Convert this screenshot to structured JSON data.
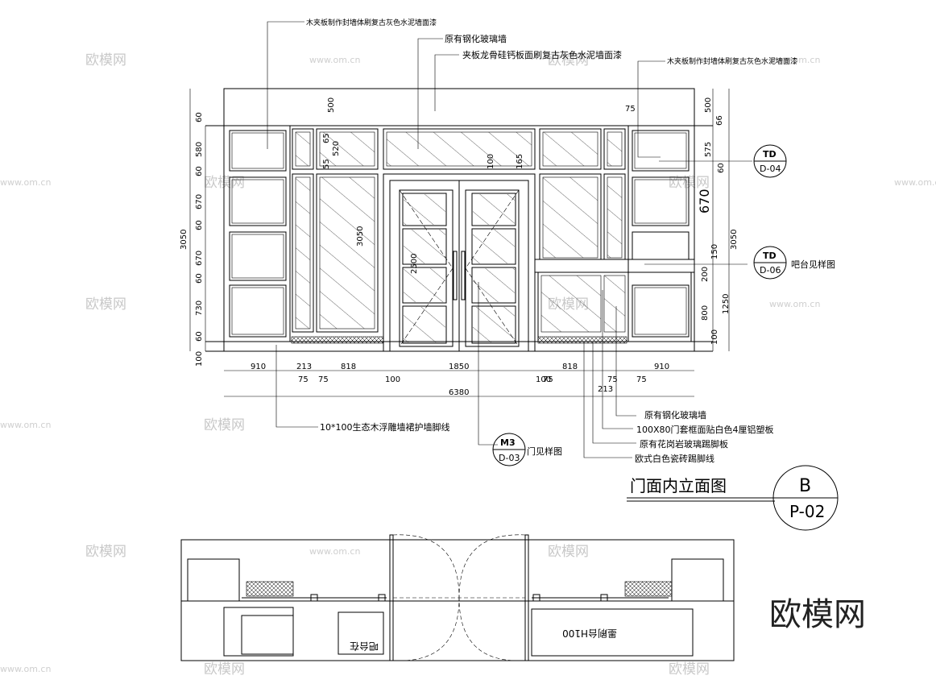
{
  "callouts": {
    "top_left": "木夹板制作封墙体刷复古灰色水泥墙面漆",
    "glass_wall": "原有钢化玻璃墙",
    "frame_paint": "夹板龙骨硅钙板面刷复古灰色水泥墙面漆",
    "top_right": "木夹板制作封墙体刷复古灰色水泥墙面漆",
    "bar_see": "吧台见样图",
    "skirting_wood": "10*100生态木浮雕墙裙护墙脚线",
    "door_see": "门见样图",
    "glass_wall_2": "原有钢化玻璃墙",
    "door_frame": "100X80门套框面贴白色4厘铝塑板",
    "granite_skirt": "原有花岗岩玻璃踢脚板",
    "ceramic_skirt": "欧式白色瓷砖踢脚线"
  },
  "markers": {
    "td1": {
      "top": "TD",
      "bottom": "D-04"
    },
    "td2": {
      "top": "TD",
      "bottom": "D-06"
    },
    "m3": {
      "top": "M3",
      "bottom": "D-03"
    }
  },
  "title": {
    "text": "门面内立面图",
    "code_top": "B",
    "code_bottom": "P-02"
  },
  "dims": {
    "left": [
      "60",
      "580",
      "60",
      "670",
      "60",
      "670",
      "60",
      "730",
      "60",
      "100"
    ],
    "left_total": "3050",
    "right": [
      "500",
      "66",
      "575",
      "60",
      "670",
      "150",
      "200",
      "800",
      "100",
      "1250"
    ],
    "right_total": "3050",
    "top_left": "500",
    "top_mid": "75",
    "mid_inner": [
      "65",
      "520",
      "55",
      "3050",
      "2500",
      "100",
      "165"
    ],
    "right_670": "670",
    "bottom_row": [
      "910",
      "213",
      "75",
      "818",
      "75",
      "100",
      "1850",
      "100",
      "75",
      "818",
      "75",
      "910",
      "213",
      "75"
    ],
    "overall": "6380"
  },
  "plan_texts": {
    "left": "吧台在",
    "right": "墨刷台H100"
  },
  "watermark": {
    "brand": "欧模网",
    "site": "www.om.cn"
  }
}
